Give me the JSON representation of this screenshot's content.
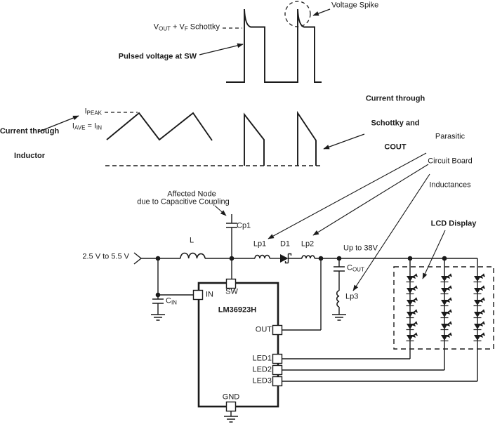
{
  "waveforms": {
    "sw_node": {
      "clamp_label": {
        "t1": "V",
        "s1": "OUT",
        "t2": " + V",
        "s2": "F",
        "t3": " Schottky"
      },
      "spike_label": "Voltage Spike",
      "name_label": "Pulsed voltage at SW"
    },
    "inductor_current": {
      "name_line1": "Current through",
      "name_line2": "Inductor",
      "peak_label": {
        "t1": "I",
        "s1": "PEAK"
      },
      "avg_label": {
        "t1": "I",
        "s1": "AVE",
        "t2": " = I",
        "s2": "IN"
      }
    },
    "diode_current": {
      "name_line1": "Current through",
      "name_line2": "Schottky and",
      "name_line3": "COUT"
    }
  },
  "schematic": {
    "input_voltage": "2.5 V to 5.5 V",
    "output_voltage": "Up to 38V",
    "ic": {
      "part_number": "LM36923H",
      "pins": {
        "in": "IN",
        "sw": "SW",
        "out": "OUT",
        "led1": "LED1",
        "led2": "LED2",
        "led3": "LED3",
        "gnd": "GND"
      }
    },
    "components": {
      "boost_inductor": "L",
      "parasitic_inductor_1": "Lp1",
      "diode": "D1",
      "parasitic_inductor_2": "Lp2",
      "parasitic_inductor_3": "Lp3",
      "coupling_cap": "Cp1",
      "input_cap": {
        "t1": "C",
        "s1": "IN"
      },
      "output_cap": {
        "t1": "C",
        "s1": "OUT"
      }
    },
    "annotations": {
      "affected_node_line1": "Affected Node",
      "affected_node_line2": "due to Capacitive Coupling",
      "parasitic_line1": "Parasitic",
      "parasitic_line2": "Circuit Board",
      "parasitic_line3": "Inductances",
      "lcd_display": "LCD Display"
    }
  },
  "colors": {
    "line": "#1a1a1a",
    "background": "#ffffff"
  }
}
